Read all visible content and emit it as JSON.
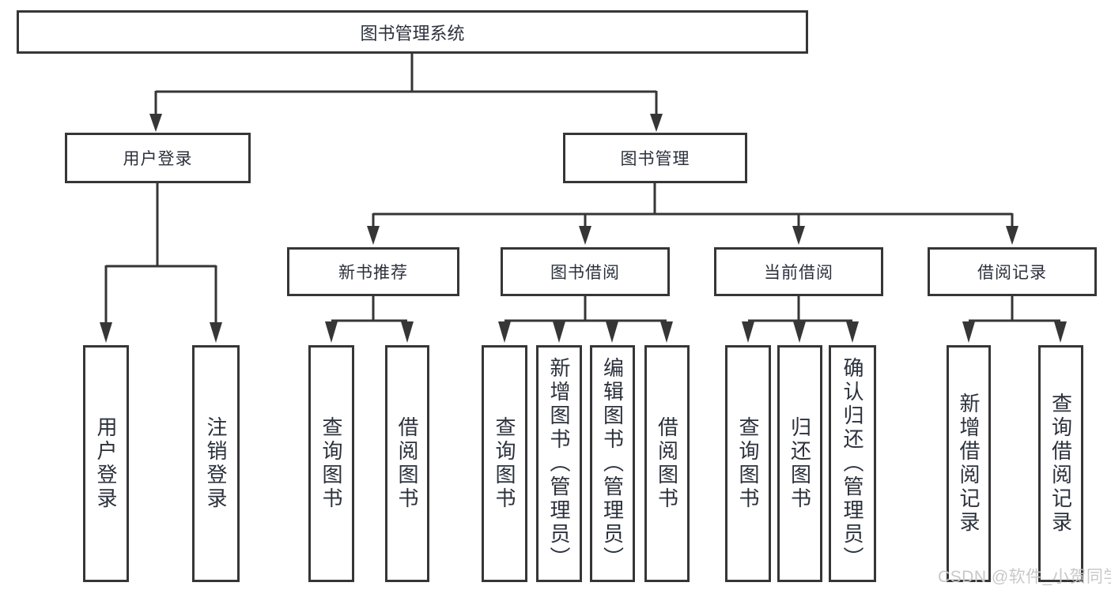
{
  "title": "图书管理系统",
  "nodes": {
    "user_login": "用户登录",
    "book_mgmt": "图书管理",
    "new_books": "新书推荐",
    "book_borrow": "图书借阅",
    "current_borrow": "当前借阅",
    "borrow_records": "借阅记录"
  },
  "leaves": {
    "user": [
      "用户登录",
      "注销登录"
    ],
    "new_books": [
      "查询图书",
      "借阅图书"
    ],
    "book_borrow": [
      "查询图书",
      "新增图书（管理员）",
      "编辑图书（管理员）",
      "借阅图书"
    ],
    "current_borrow": [
      "查询图书",
      "归还图书",
      "确认归还（管理员）"
    ],
    "borrow_records": [
      "新增借阅记录",
      "查询借阅记录"
    ]
  },
  "watermark": "CSDN @软件_小贺同学",
  "colors": {
    "line": "#363636",
    "text": "#2b313c",
    "watermark": "#c8c8c8",
    "background": "#ffffff"
  }
}
